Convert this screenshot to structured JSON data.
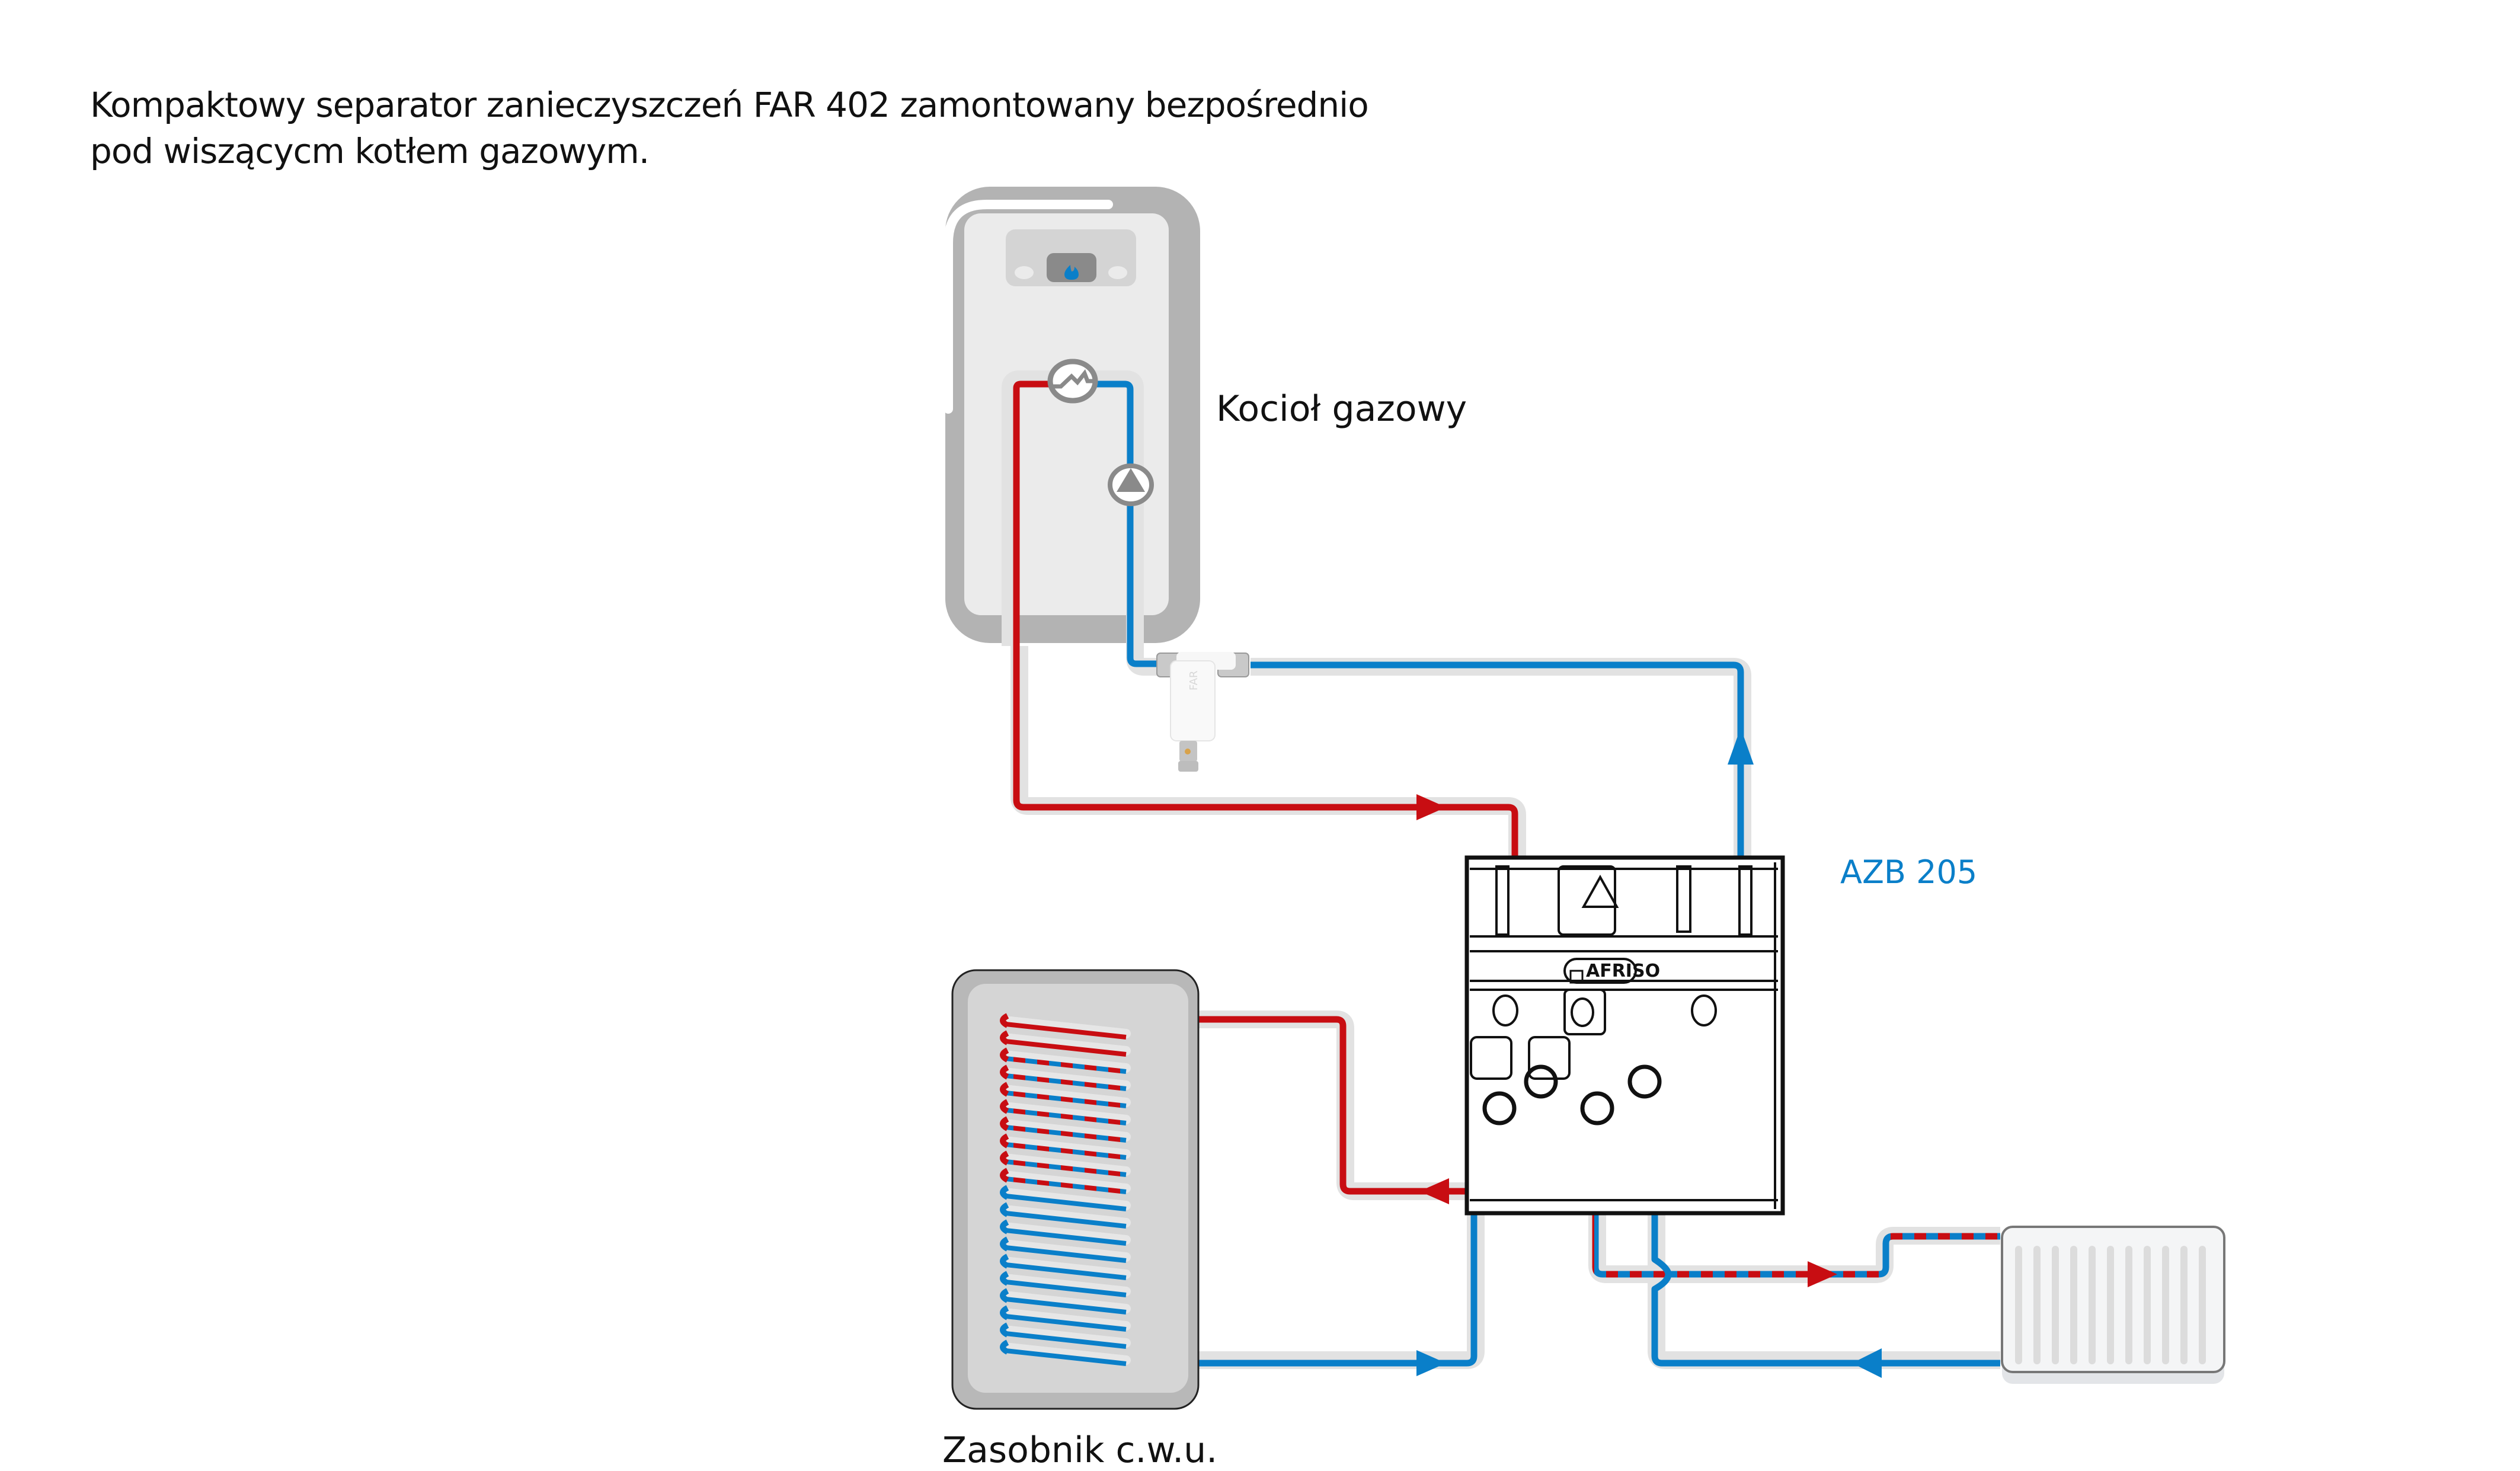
{
  "caption": {
    "line1": "Kompaktowy separator zanieczyszczeń FAR 402 zamontowany bezpośrednio",
    "line2": "pod wiszącycm kotłem gazowym."
  },
  "labels": {
    "boiler": "Kocioł gazowy",
    "azb": "AZB 205",
    "tank": "Zasobnik c.w.u.",
    "afriso_logo": "AFRISO",
    "separator_mark": "FAR"
  },
  "colors": {
    "hot": "#c80d12",
    "cold": "#0a7fc9",
    "pipe_casing": "#e2e2e2",
    "device_gray": "#b3b3b3",
    "panel_gray": "#ebebeb",
    "azb_label": "#0a7fc9"
  },
  "icons": {
    "flame": "flame-icon",
    "heat_exchanger": "heat-exchanger-icon",
    "pump": "pump-icon",
    "flow_arrow": "flow-arrow-icon"
  }
}
